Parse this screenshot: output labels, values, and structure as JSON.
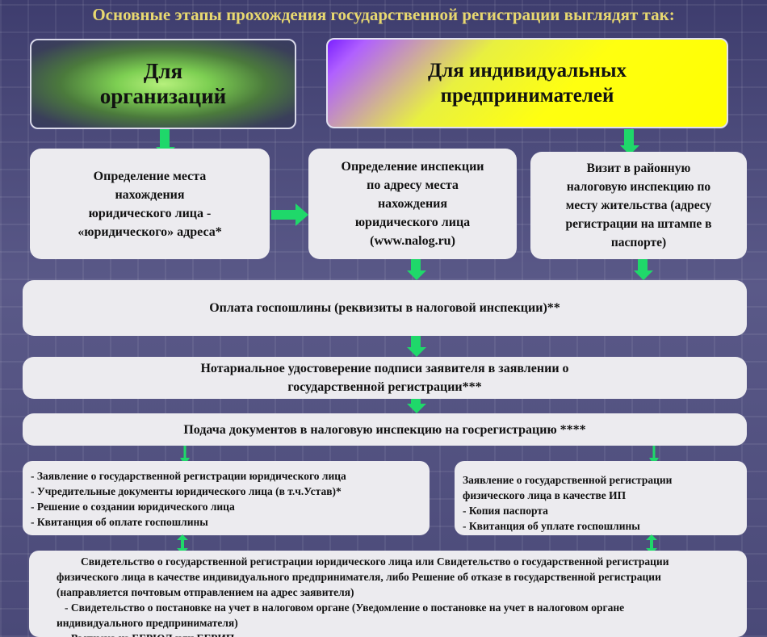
{
  "title": "Основные этапы прохождения государственной регистрации выглядят так:",
  "headers": {
    "org_line1": "Для",
    "org_line2": "организаций",
    "ip_line1": "Для индивидуальных",
    "ip_line2": "предпринимателей"
  },
  "steps": {
    "org_location": [
      "Определение места",
      "нахождения",
      "юридического лица  -",
      "«юридического» адреса*"
    ],
    "inspection": [
      "Определение инспекции",
      "по адресу места",
      "нахождения",
      "юридического лица",
      "(www.nalog.ru)"
    ],
    "ip_visit": [
      "Визит в районную",
      "налоговую инспекцию по",
      "месту жительства (адресу",
      "регистрации на штампе в",
      "паспорте)"
    ],
    "fee": "Оплата госпошлины (реквизиты в налоговой инспекции)**",
    "notary": [
      "Нотариальное удостоверение подписи заявителя в заявлении о",
      "государственной регистрации***"
    ],
    "submit": "Подача документов в налоговую инспекцию на госрегистрацию ****"
  },
  "org_docs": [
    "- Заявление о государственной регистрации юридического лица",
    "- Учредительные документы юридического лица (в т.ч.Устав)*",
    "- Решение о создании юридического лица",
    "- Квитанция об оплате госпошлины"
  ],
  "ip_docs": [
    "Заявление о государственной регистрации",
    "физического лица в качестве ИП",
    "- Копия паспорта",
    "- Квитанция об уплате госпошлины"
  ],
  "result": [
    "Свидетельство о государственной регистрации юридического лица или Свидетельство о государственной регистрации",
    "физического лица в качестве индивидуального предпринимателя, либо Решение об отказе в государственной регистрации",
    "(направляется почтовым отправлением на адрес заявителя)",
    "- Свидетельство о постановке на учет в налоговом органе (Уведомление о постановке на учет в налоговом органе",
    "индивидуального предпринимателя)",
    "- Выписка из ЕГРЮЛ или ЕГРИП"
  ],
  "colors": {
    "arrow": "#1fd86a",
    "box": "#ecebef",
    "title": "#e8d870",
    "background": "#4b4a7c"
  }
}
